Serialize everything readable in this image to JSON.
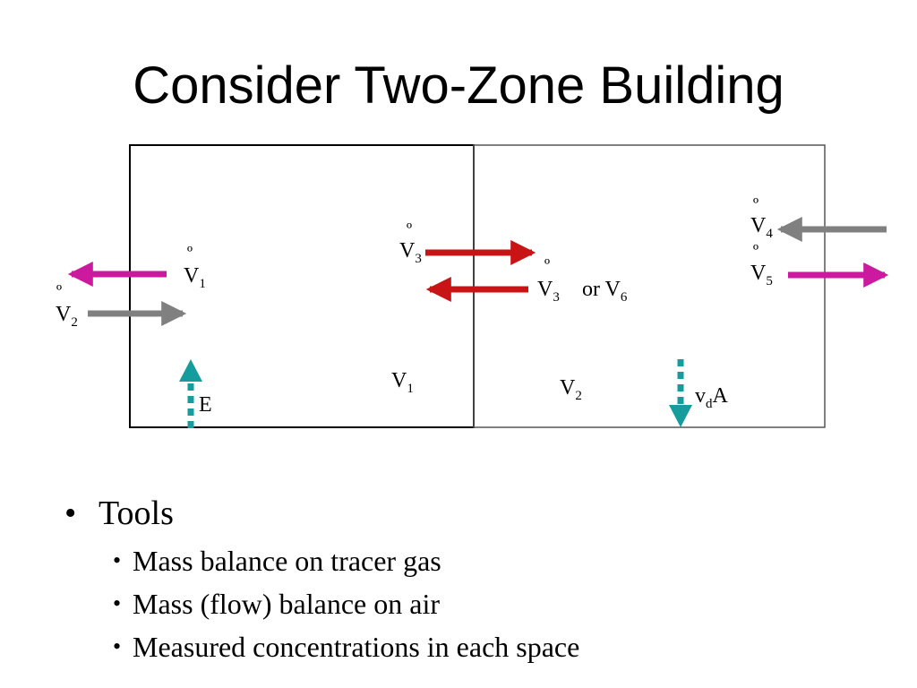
{
  "title": "Consider Two-Zone Building",
  "diagram": {
    "colors": {
      "exhaust_arrow": "#cc1a9e",
      "supply_arrow": "#808080",
      "interzone_arrow": "#c81414",
      "source_arrow": "#169c9c"
    },
    "zone1": {
      "volume_label": "V",
      "volume_sub": "1"
    },
    "zone2": {
      "volume_label": "V",
      "volume_sub": "2"
    },
    "flows": {
      "v1": {
        "base": "V",
        "sub": "1"
      },
      "v2": {
        "base": "V",
        "sub": "2"
      },
      "v3_in": {
        "base": "V",
        "sub": "3"
      },
      "v3_out": {
        "base": "V",
        "sub": "3",
        "alt_text": "or V",
        "alt_sub": "6"
      },
      "v4": {
        "base": "V",
        "sub": "4"
      },
      "v5": {
        "base": "V",
        "sub": "5"
      }
    },
    "source_label": "E",
    "deposition": {
      "base": "v",
      "sub": "d",
      "suffix": "A"
    },
    "flow_rate_marker": "º"
  },
  "bullets": {
    "main": "Tools",
    "sub": [
      "Mass balance on tracer gas",
      "Mass (flow) balance on air",
      "Measured concentrations in each space"
    ]
  }
}
